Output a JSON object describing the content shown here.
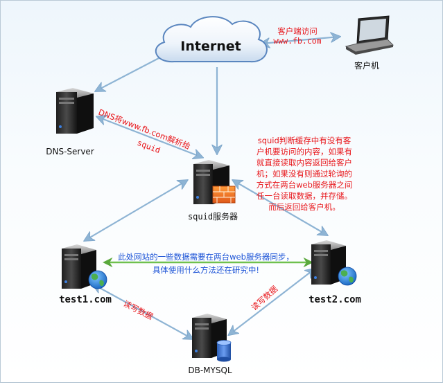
{
  "cloud": {
    "label": "Internet"
  },
  "client": {
    "access_label": "客户端访问",
    "url": "www.fb.com",
    "label": "客户机"
  },
  "dns": {
    "label": "DNS-Server",
    "resolve_line1": "DNS将www.fb.com解析给",
    "resolve_line2": "squid"
  },
  "squid": {
    "label": "squid服务器",
    "note": [
      "squid判断缓存中有没有客",
      "户机要访问的内容，如果有",
      "就直接读取内容返回给客户",
      "机；如果没有则通过轮询的",
      "方式在两台web服务器之间",
      "任一台读取数据，并存储。",
      "而后返回给客户机。"
    ]
  },
  "test1": {
    "label": "test1.com",
    "rw_label": "读写数据"
  },
  "test2": {
    "label": "test2.com",
    "rw_label": "读写数据"
  },
  "sync": {
    "line1": "此处网站的一些数据需要在两台web服务器同步，",
    "line2": "具体使用什么方法还在研究中!"
  },
  "db": {
    "label": "DB-MYSQL"
  },
  "colors": {
    "arrow": "#8eb4d4",
    "sync_arrow": "#6fc04e",
    "red_text": "#e8161b",
    "blue_text": "#1a52d6"
  }
}
